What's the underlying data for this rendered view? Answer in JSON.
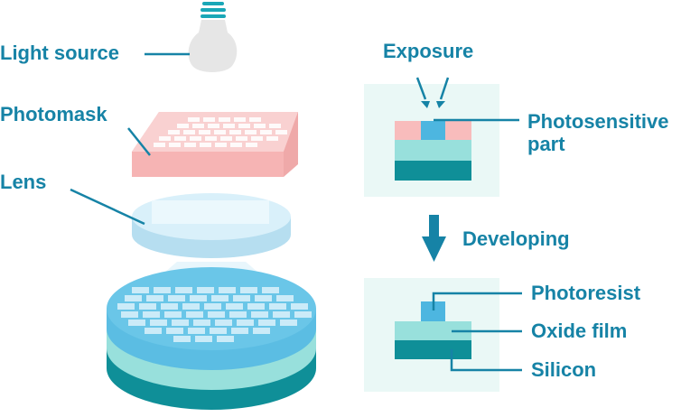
{
  "left_labels": {
    "light_source": "Light source",
    "photomask": "Photomask",
    "lens": "Lens"
  },
  "right_labels": {
    "exposure": "Exposure",
    "photosensitive_part_line1": "Photosensitive",
    "photosensitive_part_line2": "part",
    "developing": "Developing",
    "photoresist": "Photoresist",
    "oxide_film": "Oxide film",
    "silicon": "Silicon"
  },
  "colors": {
    "label_text": "#1683a6",
    "leader_line": "#1683a6",
    "bulb": "#e6e6e6",
    "bulb_base": "#1aa7b7",
    "photomask": "#f7c2c2",
    "lens": "#cfe9f5",
    "wafer_top": "#5bbde3",
    "oxide_film": "#98e0dc",
    "silicon": "#0f8f98",
    "panel_bg": "#eaf8f6",
    "resist_exposed": "#4db6e0",
    "resist_unexposed": "#f8bcbc",
    "arrow": "#1683a6"
  }
}
